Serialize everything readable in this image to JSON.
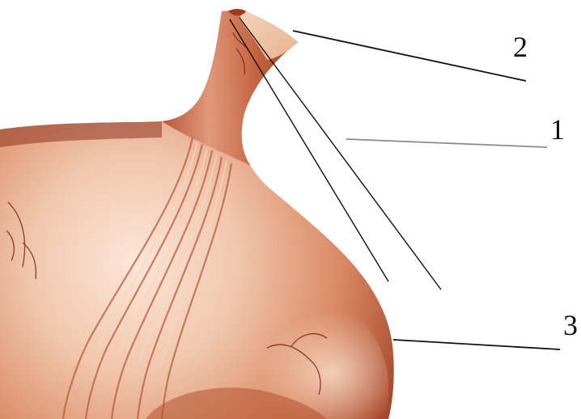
{
  "diagram": {
    "labels": [
      {
        "id": "2",
        "text": "2"
      },
      {
        "id": "1",
        "text": "1"
      },
      {
        "id": "3",
        "text": "3"
      }
    ],
    "colors": {
      "tissue_dark": "#b04a2c",
      "tissue_mid": "#d07a56",
      "tissue_light": "#f1c7ad",
      "highlight": "#fbe6d8",
      "vessel": "#7a2318",
      "leader": "#111111",
      "leader_gray": "#8a8a8a"
    }
  }
}
